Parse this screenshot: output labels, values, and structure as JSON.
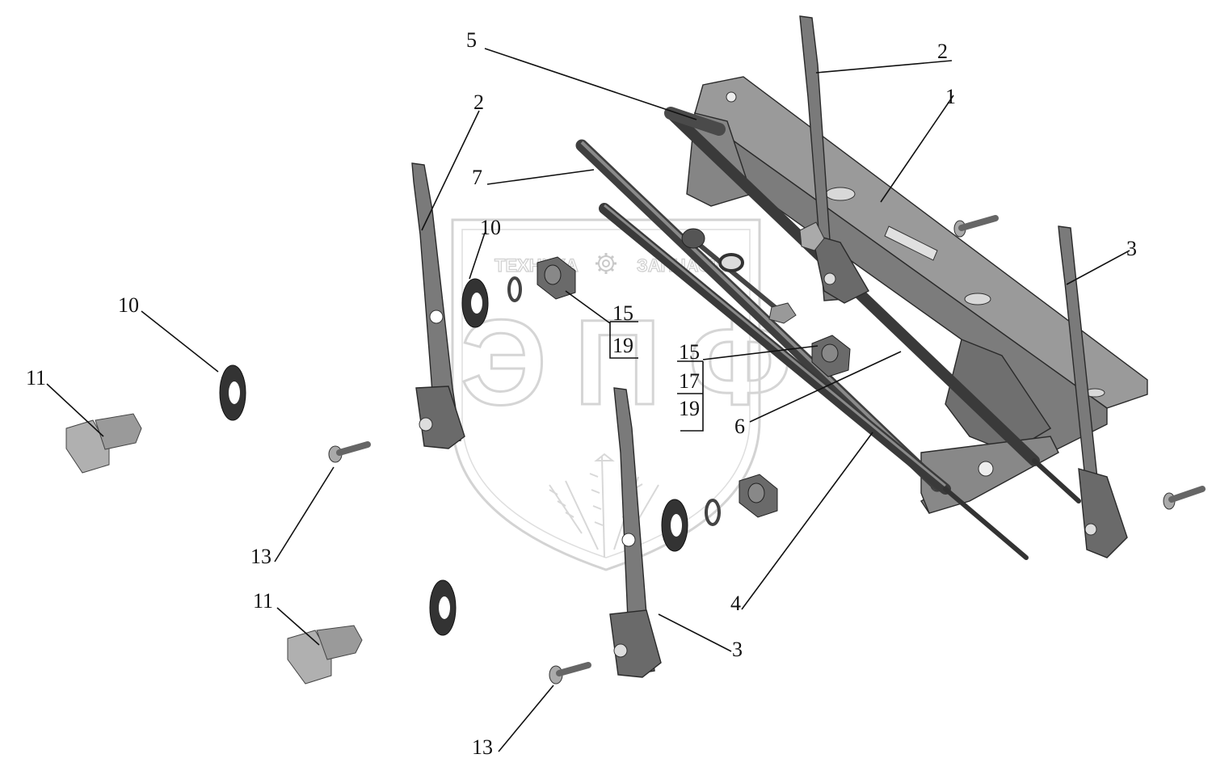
{
  "watermark": {
    "top_left": "ТЕХНИКА",
    "top_right": "ЗАПЧАСТИ",
    "gear_icon": "gear-icon",
    "big_letters": "ЭПФ"
  },
  "callouts": {
    "c1": "1",
    "c2_top": "2",
    "c2_left": "2",
    "c3_right": "3",
    "c3_bottom": "3",
    "c4": "4",
    "c5": "5",
    "c6": "6",
    "c7": "7",
    "c10_upper": "10",
    "c10_lower": "10",
    "c11_upper": "11",
    "c11_lower": "11",
    "c13_upper": "13",
    "c13_lower": "13",
    "g1_a": "15",
    "g1_b": "19",
    "g2_a": "15",
    "g2_b": "17",
    "g2_c": "19"
  },
  "colors": {
    "part_fill": "#8a8a8a",
    "part_dark": "#4a4a4a",
    "part_light": "#b5b5b5",
    "watermark": "#d0d0d0"
  }
}
